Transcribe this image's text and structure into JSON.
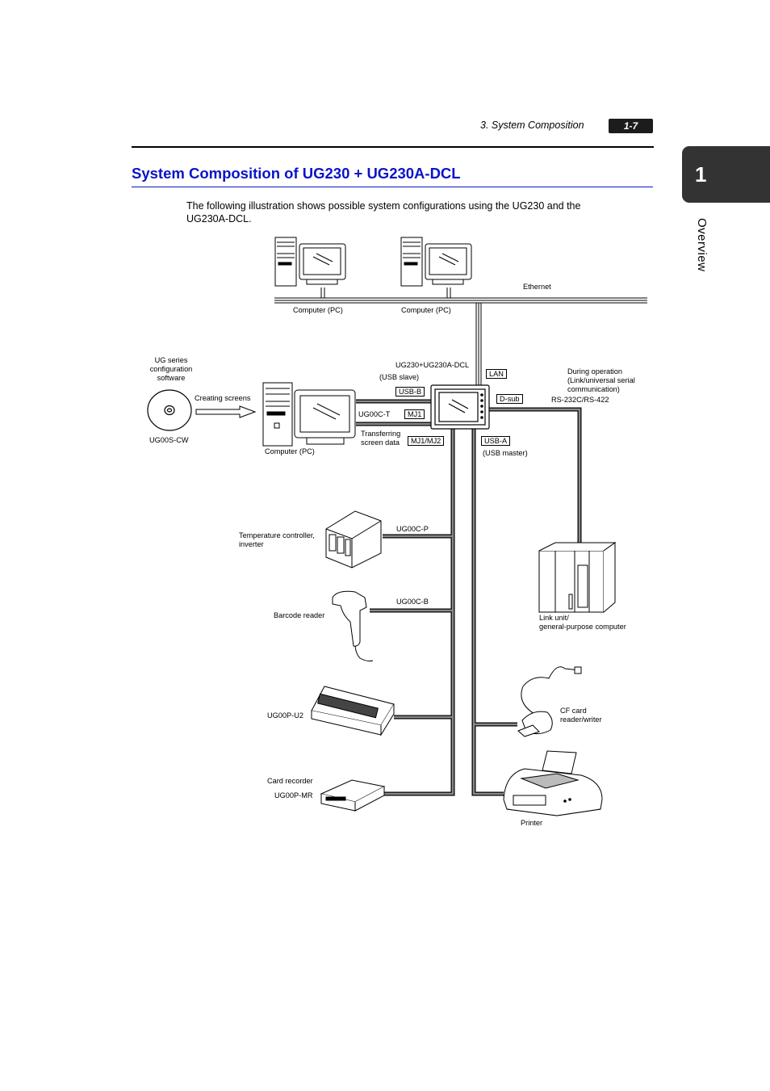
{
  "header": {
    "section": "3. System Composition",
    "page": "1-7"
  },
  "side_tab": {
    "chapter": "1",
    "label": "Overview"
  },
  "title": "System Composition of UG230 + UG230A-DCL",
  "intro": "The following illustration shows possible system configurations using the UG230 and the UG230A-DCL.",
  "diagram": {
    "ethernet": "Ethernet",
    "pc1": "Computer (PC)",
    "pc2": "Computer (PC)",
    "pc_main": "Computer (PC)",
    "software_line1": "UG series",
    "software_line2": "configuration",
    "software_line3": "software",
    "software_model": "UG00S-CW",
    "creating_screens": "Creating screens",
    "main_unit": "UG230+UG230A-DCL",
    "usb_slave": "(USB slave)",
    "usb_b": "USB-B",
    "lan": "LAN",
    "dsub": "D-sub",
    "ug00c_t": "UG00C-T",
    "mj1": "MJ1",
    "transferring_line1": "Transferring",
    "transferring_line2": "screen data",
    "mj1_mj2": "MJ1/MJ2",
    "usb_a": "USB-A",
    "usb_master": "(USB master)",
    "during_line1": "During operation",
    "during_line2": "(Link/universal serial",
    "during_line3": "communication)",
    "rs232": "RS-232C/RS-422",
    "temp_line1": "Temperature controller,",
    "temp_line2": "inverter",
    "ug00c_p": "UG00C-P",
    "barcode": "Barcode reader",
    "ug00c_b": "UG00C-B",
    "link_line1": "Link unit/",
    "link_line2": "general-purpose computer",
    "ug00p_u2": "UG00P-U2",
    "cf_line1": "CF card",
    "cf_line2": "reader/writer",
    "card_recorder": "Card recorder",
    "ug00p_mr": "UG00P-MR",
    "printer": "Printer"
  }
}
